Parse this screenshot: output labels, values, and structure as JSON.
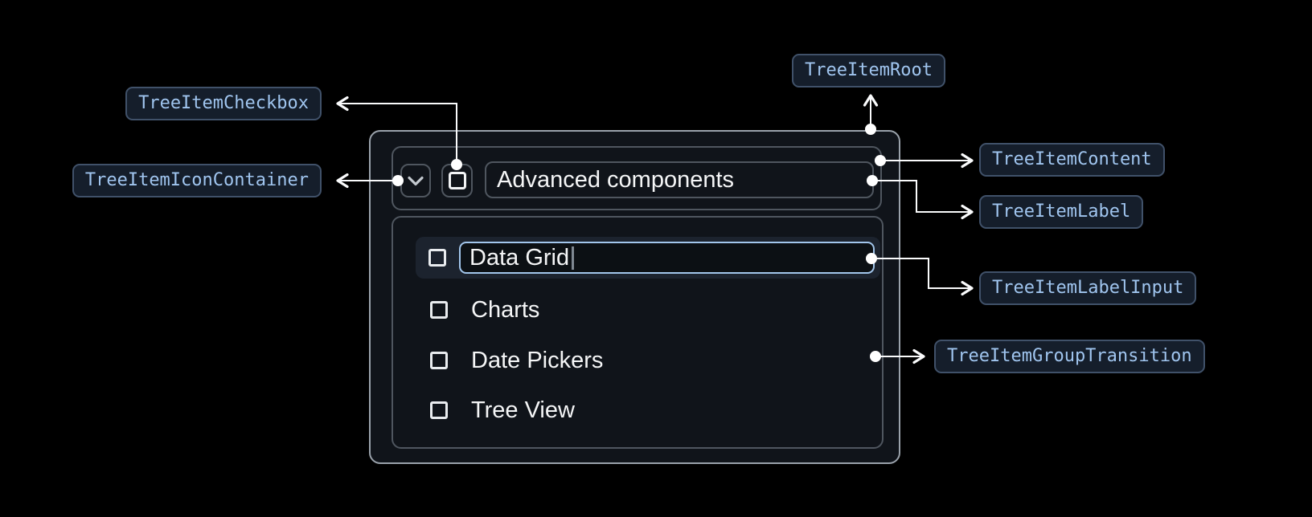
{
  "badges": {
    "checkbox": "TreeItemCheckbox",
    "icon_container": "TreeItemIconContainer",
    "root": "TreeItemRoot",
    "content": "TreeItemContent",
    "label": "TreeItemLabel",
    "label_input": "TreeItemLabelInput",
    "group_transition": "TreeItemGroupTransition"
  },
  "tree": {
    "parent": {
      "label": "Advanced components",
      "checked": false,
      "expanded": true
    },
    "editing_item": {
      "value": "Data Grid",
      "checked": false
    },
    "items": [
      {
        "label": "Charts",
        "checked": false
      },
      {
        "label": "Date Pickers",
        "checked": false
      },
      {
        "label": "Tree View",
        "checked": false
      }
    ]
  },
  "colors": {
    "background": "#000000",
    "panel_background": "#10141a",
    "outer_border": "#9aa2ab",
    "inner_border": "#4f565f",
    "selected_row_background": "#1c232e",
    "input_focus_border": "#a2c6ec",
    "badge_background": "#151e2b",
    "badge_border": "#405169",
    "badge_text": "#a0c5ef",
    "connector": "#fafbfc",
    "text": "#f5f6f7"
  }
}
